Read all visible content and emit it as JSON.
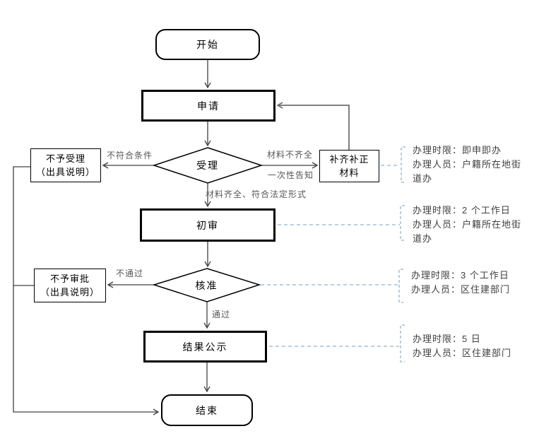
{
  "diagram": {
    "title_hint": "审批流程图",
    "nodes": {
      "start": {
        "label": "开始"
      },
      "apply": {
        "label": "申请"
      },
      "accept": {
        "label": "受理"
      },
      "reject_accept": {
        "line1": "不予受理",
        "line2": "（出具说明）"
      },
      "supplement": {
        "line1": "补齐补正",
        "line2": "材料"
      },
      "initial_review": {
        "label": "初审"
      },
      "approve": {
        "label": "核准"
      },
      "reject_approve": {
        "line1": "不予审批",
        "line2": "（出具说明）"
      },
      "result_publicity": {
        "label": "结果公示"
      },
      "end": {
        "label": "结束"
      }
    },
    "edge_labels": {
      "not_qualified": "不符合条件",
      "materials_incomplete": "材料不齐全",
      "one_time_notice": "一次性告知",
      "materials_complete": "材料齐全、符合法定形式",
      "not_passed": "不通过",
      "passed": "通过"
    },
    "annotations": [
      {
        "lines": [
          "办理时限：即申即办",
          "办理人员：户籍所在地街",
          "道办"
        ]
      },
      {
        "lines": [
          "办理时限：2 个工作日",
          "办理人员：户籍所在地街",
          "道办"
        ]
      },
      {
        "lines": [
          "办理时限：3 个工作日",
          "办理人员：区住建部门"
        ]
      },
      {
        "lines": [
          "办理时限：5 日",
          "办理人员：区住建部门"
        ]
      }
    ],
    "colors": {
      "border": "#000000",
      "connector": "#404040",
      "feedback_line": "#7f7f7f",
      "dashed_callout": "#8fb3d0",
      "edge_label_text": "#575757",
      "annotation_text": "#3f3f3f"
    }
  }
}
